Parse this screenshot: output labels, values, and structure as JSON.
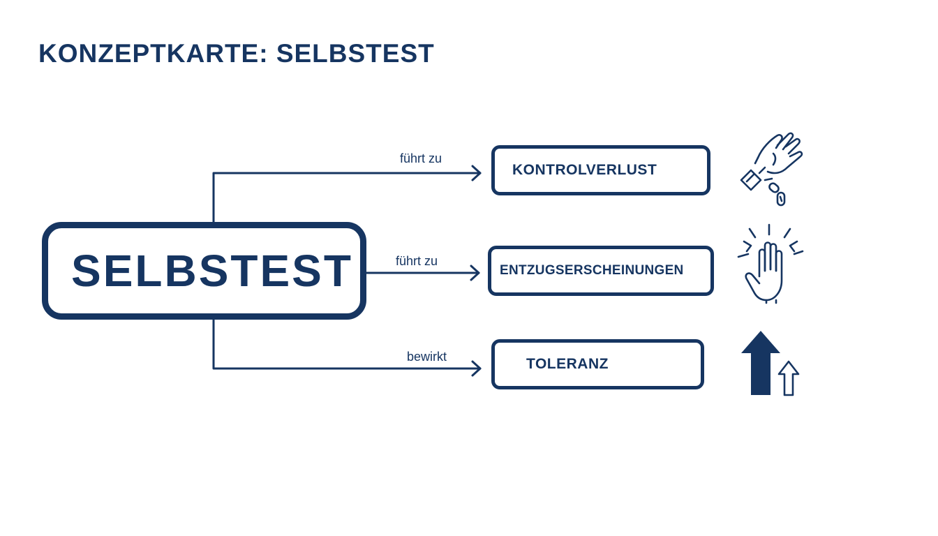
{
  "title": "KONZEPTKARTE: SELBSTEST",
  "central_node": "SELBSTEST",
  "branches": [
    {
      "relation": "führt zu",
      "target": "KONTROLVERLUST",
      "icon": "broken-chain-hand-icon"
    },
    {
      "relation": "führt zu",
      "target": "ENTZUGSERSCHEINUNGEN",
      "icon": "shaking-hand-icon"
    },
    {
      "relation": "bewirkt",
      "target": "TOLERANZ",
      "icon": "rising-arrows-icon"
    }
  ],
  "colors": {
    "primary": "#163561",
    "background": "#ffffff"
  }
}
